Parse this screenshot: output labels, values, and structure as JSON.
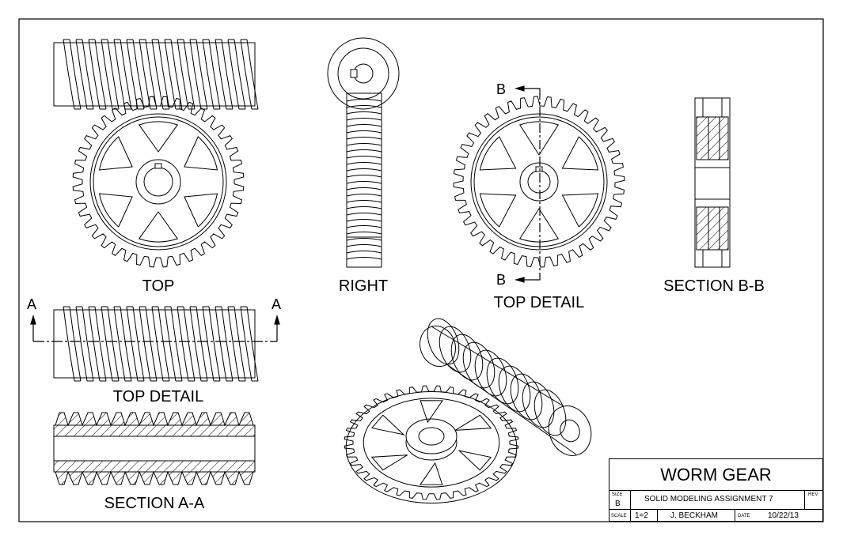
{
  "views": {
    "top": "TOP",
    "right": "RIGHT",
    "top_detail_gear": "TOP DETAIL",
    "section_bb": "SECTION B-B",
    "top_detail_worm": "TOP DETAIL",
    "section_aa": "SECTION A-A"
  },
  "markers": {
    "a_left": "A",
    "a_right": "A",
    "b_top": "B",
    "b_bottom": "B"
  },
  "title_block": {
    "title": "WORM GEAR",
    "size_label": "SIZE",
    "size_value": "B",
    "description": "SOLID MODELING ASSIGNMENT 7",
    "rev_label": "REV",
    "scale_label": "SCALE",
    "scale_value": "1=2",
    "drawn_by": "J. BECKHAM",
    "date_label": "DATE",
    "date_value": "10/22/13"
  }
}
